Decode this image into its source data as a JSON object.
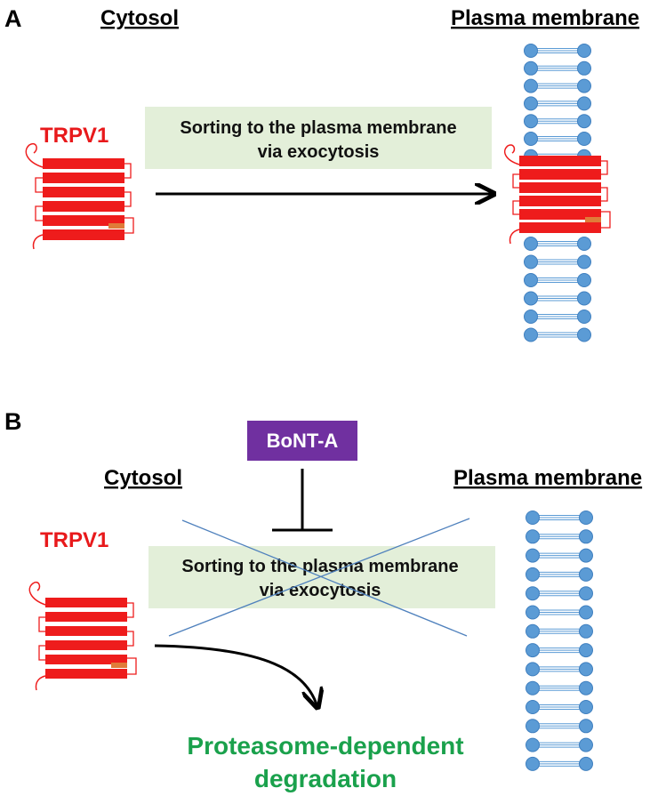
{
  "panel_a": {
    "letter": "A",
    "left_heading": "Cytosol",
    "right_heading": "Plasma membrane",
    "protein_label": "TRPV1",
    "process_line1": "Sorting to the plasma membrane",
    "process_line2": "via exocytosis"
  },
  "panel_b": {
    "letter": "B",
    "inhibitor_label": "BoNT-A",
    "left_heading": "Cytosol",
    "right_heading": "Plasma membrane",
    "protein_label": "TRPV1",
    "process_line1": "Sorting to the plasma membrane",
    "process_line2": "via exocytosis",
    "outcome_line1": "Proteasome-dependent",
    "outcome_line2": "degradation"
  },
  "colors": {
    "protein_red": "#ee1c1c",
    "protein_accent": "#e07b39",
    "lipid_blue": "#5b9bd5",
    "process_box_green": "#e3efd9",
    "inhibitor_purple": "#7030a0",
    "outcome_green": "#1aa14c",
    "cross_line_blue": "#4f81bd"
  }
}
